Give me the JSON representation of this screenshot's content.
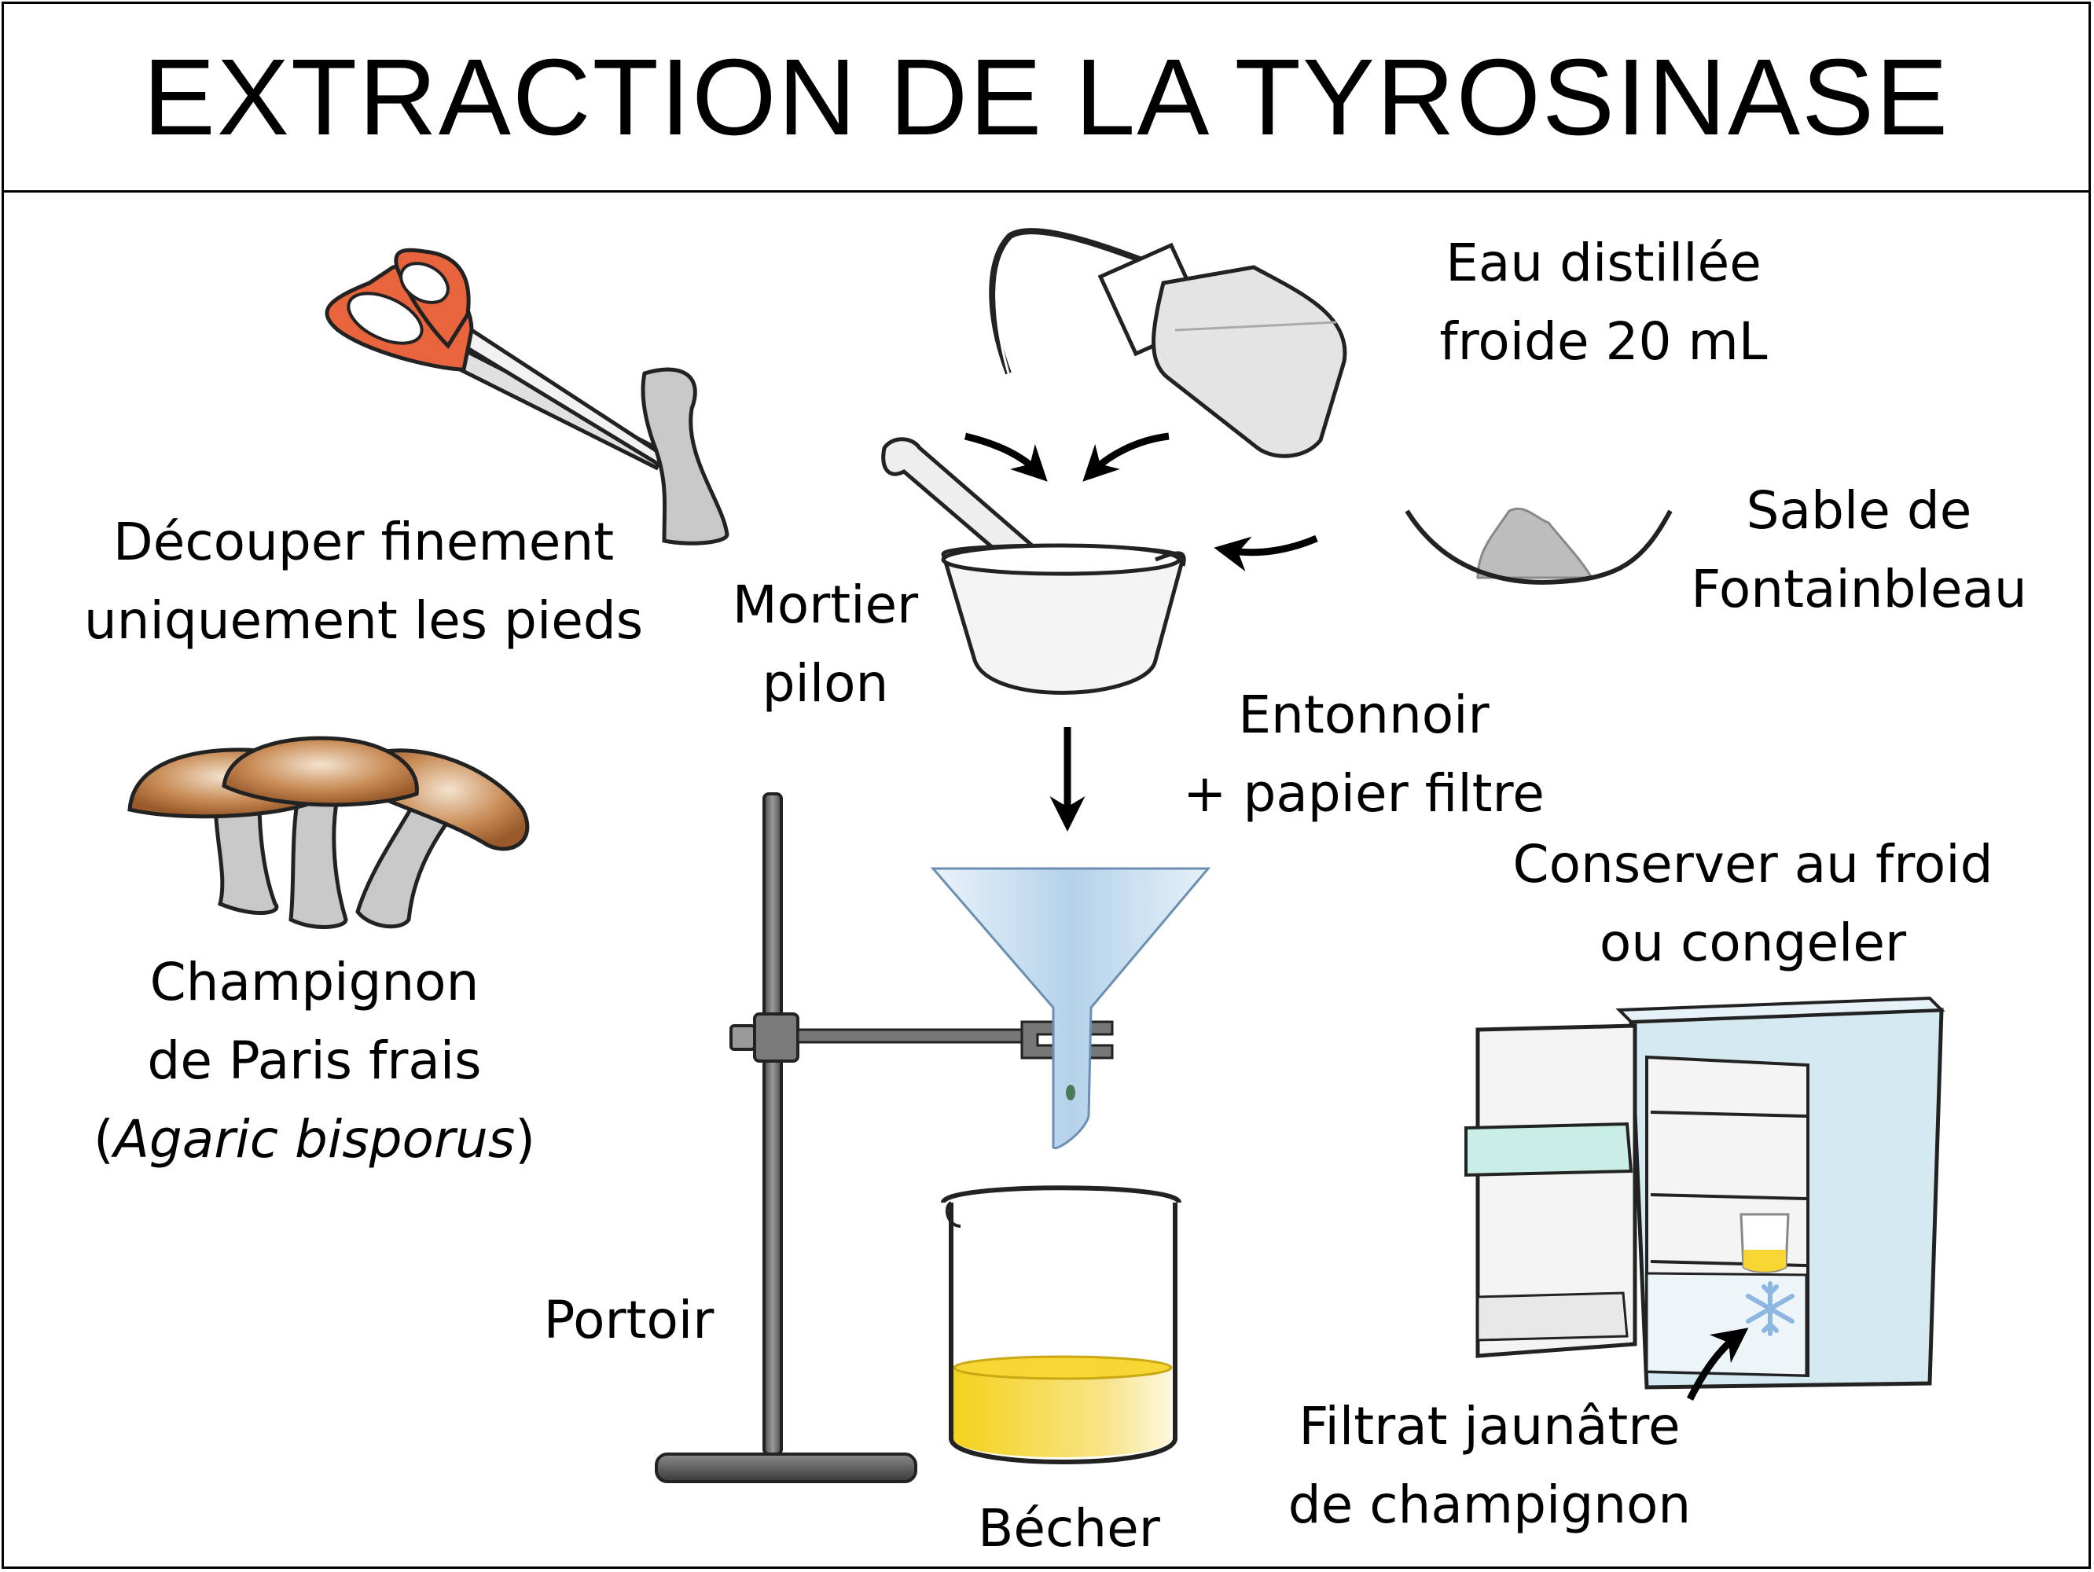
{
  "title": "EXTRACTION DE LA TYROSINASE",
  "labels": {
    "cut": [
      "Découper finement",
      "uniquement les pieds"
    ],
    "water": [
      "Eau distillée",
      "froide 20 mL"
    ],
    "sand": [
      "Sable de",
      "Fontainbleau"
    ],
    "mortar": [
      "Mortier",
      "pilon"
    ],
    "funnel": [
      "Entonnoir",
      "+ papier filtre"
    ],
    "mushroom": [
      "Champignon",
      "de Paris frais"
    ],
    "mushroom_species": {
      "open": "(",
      "name": "Agaric bisporus",
      "close": ")"
    },
    "stand": "Portoir",
    "beaker": "Bécher",
    "fridge": [
      "Conserver au froid",
      "ou congeler"
    ],
    "filtrate": [
      "Filtrat jaunâtre",
      "de champignon"
    ]
  },
  "colors": {
    "scissor_handle": "#e8643c",
    "mushroom_cap": "#b5703f",
    "stem_gray": "#c8c8c8",
    "funnel_blue": "#b9d6ec",
    "filtrate_yellow": "#f7d633",
    "fridge_body": "#d5e9f1",
    "snowflake": "#8db6e0"
  },
  "icons": [
    "scissors-icon",
    "mushroom-stem-icon",
    "wash-bottle-icon",
    "mortar-pestle-icon",
    "sand-dish-icon",
    "funnel-icon",
    "retort-stand-icon",
    "beaker-icon",
    "fridge-icon",
    "snowflake-icon",
    "arrow-icon"
  ]
}
